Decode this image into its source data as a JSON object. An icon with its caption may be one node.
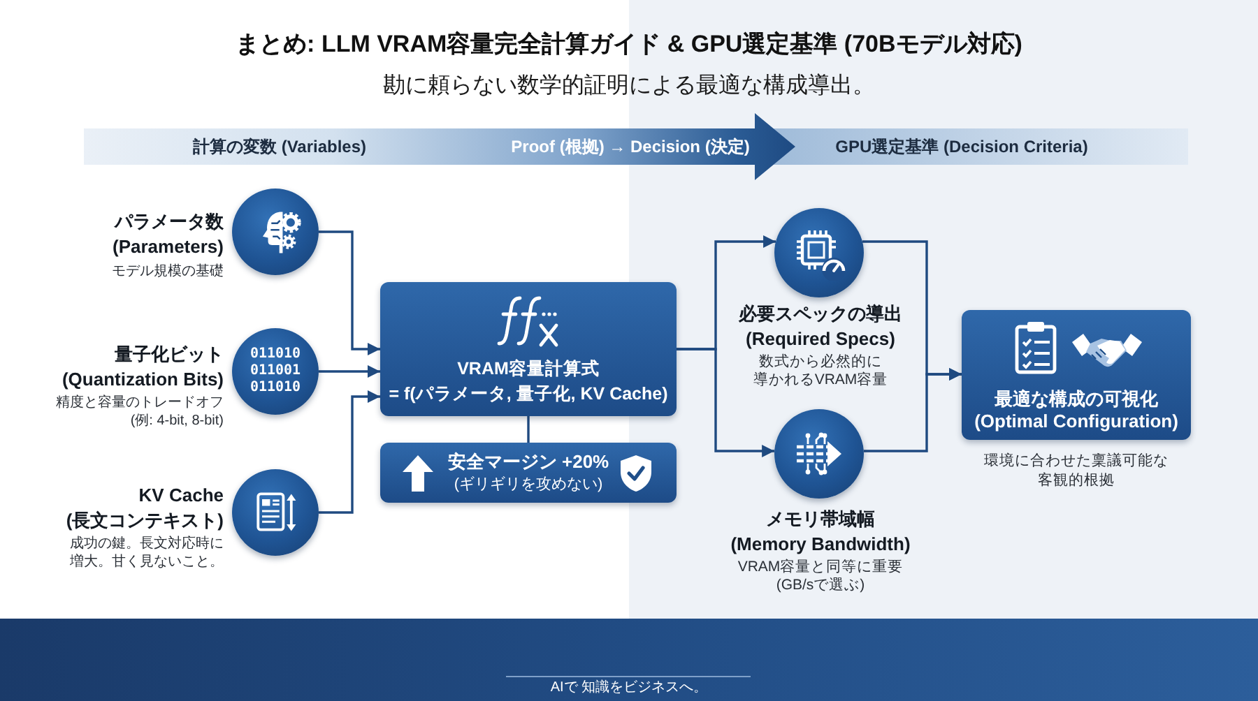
{
  "diagram": {
    "title": "まとめ: LLM VRAM容量完全計算ガイド & GPU選定基準 (70Bモデル対応)",
    "nodes": [
      {
        "text": [],
        "shape": "circle",
        "beside": [
          "パラメータ数 (Parameters)",
          "モデル規模の基礎"
        ]
      },
      {
        "text": [
          "011010 011001 011010"
        ],
        "beside": [
          "量子化ビット (Quantization Bits)",
          "精度と容量のトレードオフ (例: 4-bit, 8-bit)"
        ]
      },
      {
        "text": [],
        "shape": "circle",
        "beside": [
          "KV Cache (長文コンテキスト)",
          "成功の鍵。長文対応時に増大。甘く見ないこと。"
        ]
      },
      {
        "text": [
          "VRAM容量計算式 = f(パラメータ, 量子化, KV Cache)"
        ]
      },
      {
        "text": [
          "安全マージン +20%",
          "(ギリギリを攻めない)"
        ]
      },
      {
        "text": [],
        "shape": "circle",
        "beside": [
          "必要スペックの導出 (Required Specs)",
          "数式から必然的に導かれるVRAM容量"
        ]
      },
      {
        "text": [],
        "shape": "circle",
        "beside": [
          "メモリ帯域幅 (Memory Bandwidth)",
          "VRAM容量と同等に重要 (GB/sで選ぶ)"
        ]
      },
      {
        "text": [
          "最適な構成の可視化 (Optimal Configuration)"
        ],
        "beside": [
          "環境に合わせた稟議可能な客観的根拠"
        ]
      }
    ],
    "edges": [
      {
        "from": 0,
        "to": 3,
        "arrow": "to"
      },
      {
        "from": 1,
        "to": 3,
        "arrow": "to"
      },
      {
        "from": 2,
        "to": 3,
        "arrow": "to"
      },
      {
        "from": 3,
        "to": 4,
        "arrow": "none"
      },
      {
        "from": 3,
        "to": 5,
        "arrow": "to"
      },
      {
        "from": 3,
        "to": 6,
        "arrow": "to"
      },
      {
        "from": 5,
        "to": 7,
        "arrow": "to"
      },
      {
        "from": 6,
        "to": 7,
        "arrow": "to"
      }
    ],
    "labels": [
      "勘に頼らない数学的証明による最適な構成導出。",
      "計算の変数 (Variables)",
      "Proof (根拠) → Decision (決定)",
      "GPU選定基準 (Decision Criteria)",
      "AIで 知識をビジネスへ。"
    ]
  }
}
